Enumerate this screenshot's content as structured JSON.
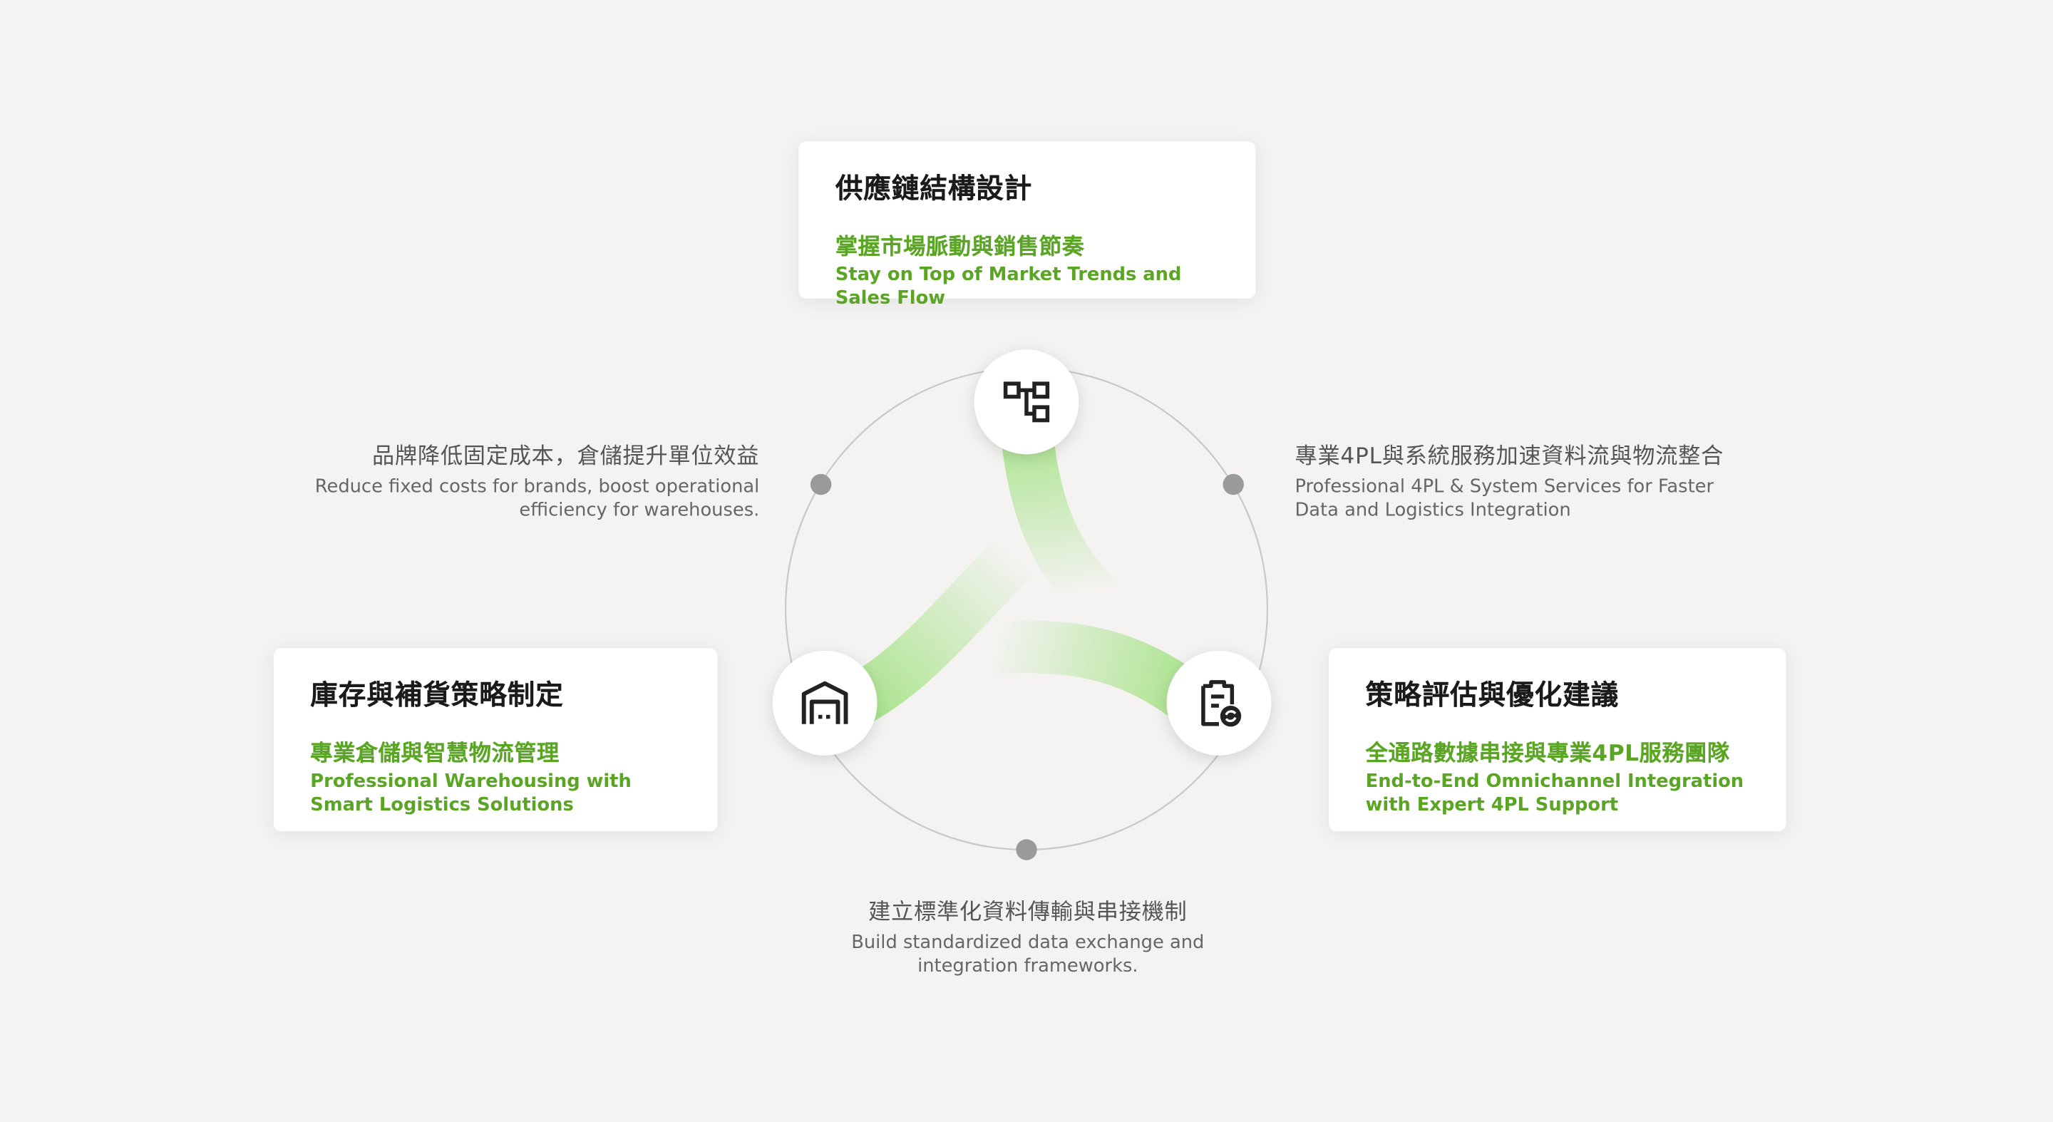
{
  "cards": {
    "top": {
      "title": "供應鏈結構設計",
      "subtitle_zh": "掌握市場脈動與銷售節奏",
      "subtitle_en": "Stay on Top of Market Trends and Sales Flow"
    },
    "left": {
      "title": "庫存與補貨策略制定",
      "subtitle_zh": "專業倉儲與智慧物流管理",
      "subtitle_en": "Professional Warehousing with Smart Logistics Solutions"
    },
    "right": {
      "title": "策略評估與優化建議",
      "subtitle_zh": "全通路數據串接與專業4PL服務團隊",
      "subtitle_en": "End-to-End Omnichannel Integration with Expert 4PL Support"
    }
  },
  "notes": {
    "left": {
      "zh": "品牌降低固定成本，倉儲提升單位效益",
      "en": "Reduce fixed costs for brands, boost operational efficiency for warehouses."
    },
    "right": {
      "zh": "專業4PL與系統服務加速資料流與物流整合",
      "en": "Professional 4PL & System Services for Faster Data and Logistics Integration"
    },
    "bottom": {
      "zh": "建立標準化資料傳輸與串接機制",
      "en": "Build standardized data exchange and integration frameworks."
    }
  },
  "icons": {
    "top": "hierarchy-structure-icon",
    "left": "warehouse-icon",
    "right": "clipboard-sync-icon"
  },
  "colors": {
    "accent_green": "#5aa524",
    "ribbon_green": "#a8e38a",
    "ring_gray": "#c8c8c8",
    "dot_gray": "#9a9a9a"
  }
}
